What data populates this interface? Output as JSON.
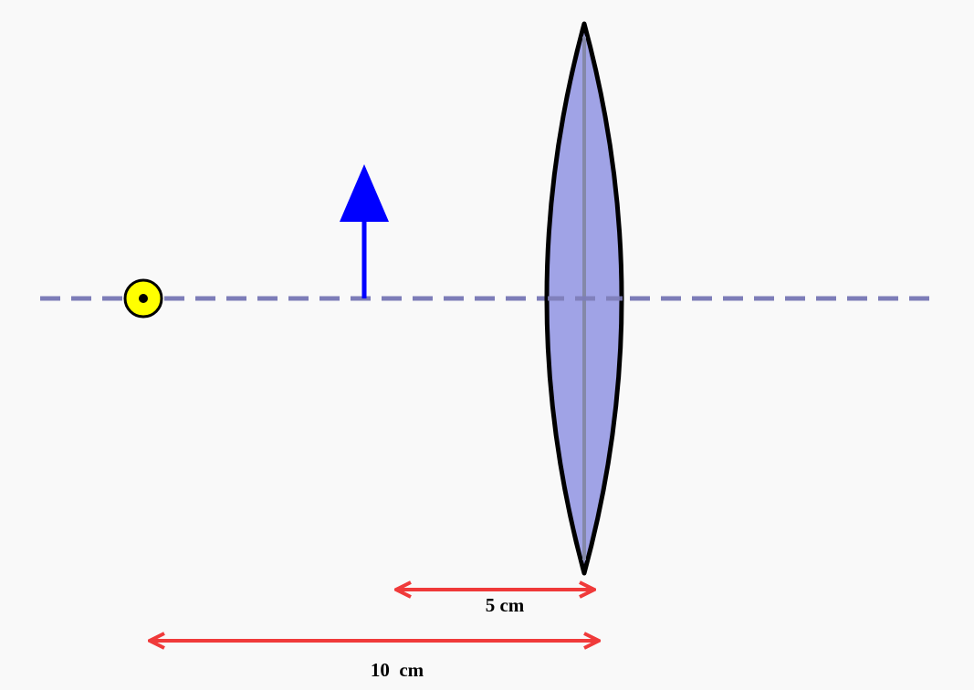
{
  "colors": {
    "background": "#f9f9f9",
    "optical_axis": "#7d7db8",
    "lens_fill": "#a0a3e6",
    "lens_outline": "#000000",
    "lens_center_line": "#8488a8",
    "object_arrow": "#0000ff",
    "dimension_arrows": "#f03a3a",
    "light_source_fill": "#ffff00"
  },
  "elements": {
    "light_source_icon": "circle-with-dot",
    "object_icon": "upward-arrow",
    "lens_icon": "biconvex-lens"
  },
  "dimensions": {
    "short_label": "5 cm",
    "long_label": "10  cm"
  }
}
